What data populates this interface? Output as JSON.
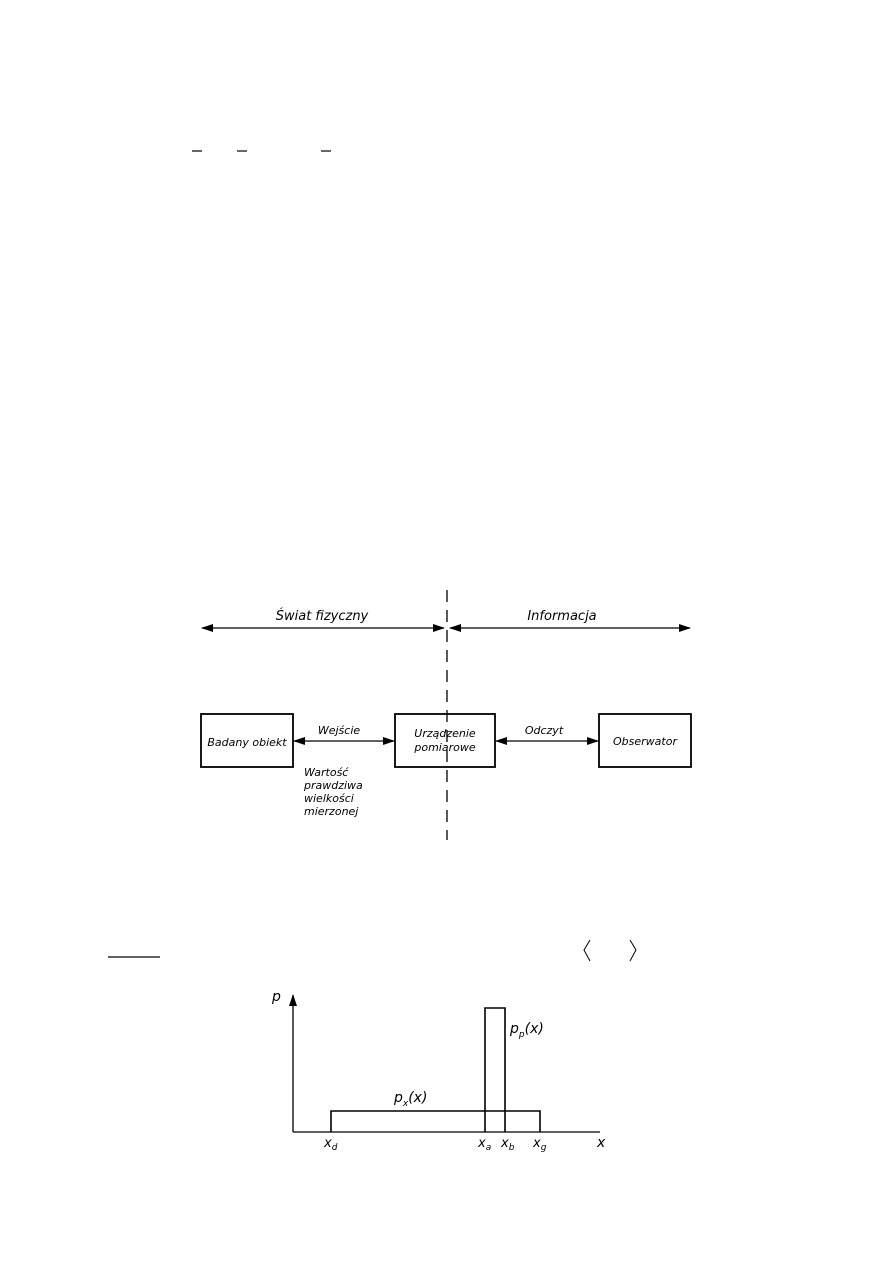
{
  "block_diagram": {
    "left_region": "Świat fizyczny",
    "right_region": "Informacja",
    "box_object": "Badany obiekt",
    "box_device_line1": "Urządzenie",
    "box_device_line2": "pomiarowe",
    "box_observer": "Obserwator",
    "arrow_input": "Wejście",
    "arrow_readout": "Odczyt",
    "note_lines": [
      "Wartość",
      "prawdziwa",
      "wielkości",
      "mierzonej"
    ]
  },
  "distribution_plot": {
    "y_axis_label": "p",
    "x_axis_label": "x",
    "curve_px_base": "p",
    "curve_px_sub": "x",
    "curve_px_tail": "(x)",
    "curve_pp_base": "p",
    "curve_pp_sub": "p",
    "curve_pp_tail": "(x)",
    "ticks": [
      {
        "base": "x",
        "sub": "d"
      },
      {
        "base": "x",
        "sub": "a"
      },
      {
        "base": "x",
        "sub": "b"
      },
      {
        "base": "x",
        "sub": "g"
      }
    ]
  }
}
